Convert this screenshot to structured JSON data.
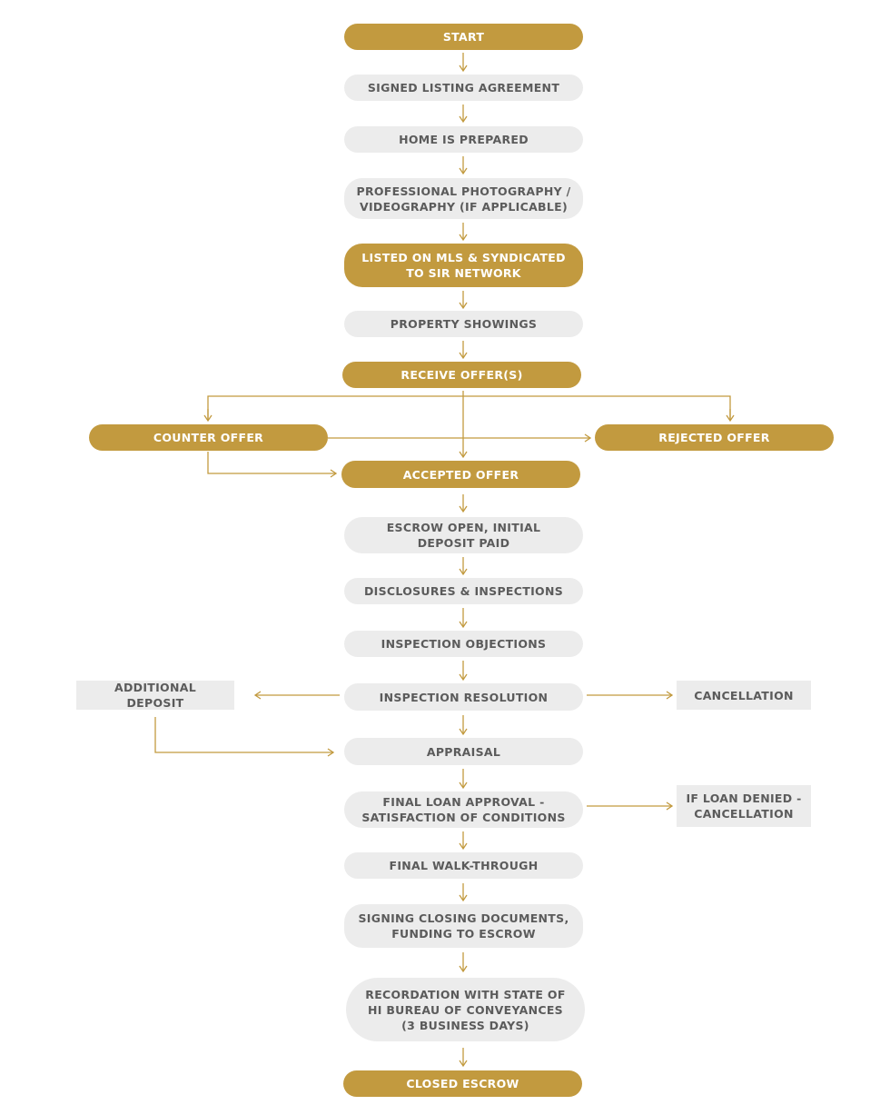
{
  "colors": {
    "gold": "#c29a3f",
    "grey": "#ececec",
    "text_dark": "#5b5b5b",
    "text_light": "#ffffff"
  },
  "nodes": {
    "start": "START",
    "signed_listing": "SIGNED LISTING AGREEMENT",
    "home_prepared": "HOME IS PREPARED",
    "photography": "PROFESSIONAL PHOTOGRAPHY /\nVIDEOGRAPHY (IF APPLICABLE)",
    "listed_mls": "LISTED ON MLS & SYNDICATED\nTO SIR NETWORK",
    "showings": "PROPERTY SHOWINGS",
    "receive_offers": "RECEIVE OFFER(S)",
    "counter_offer": "COUNTER OFFER",
    "rejected_offer": "REJECTED OFFER",
    "accepted_offer": "ACCEPTED OFFER",
    "escrow_open": "ESCROW OPEN, INITIAL\nDEPOSIT PAID",
    "disclosures": "DISCLOSURES & INSPECTIONS",
    "inspection_objections": "INSPECTION OBJECTIONS",
    "inspection_resolution": "INSPECTION RESOLUTION",
    "additional_deposit": "ADDITIONAL DEPOSIT",
    "cancellation": "CANCELLATION",
    "appraisal": "APPRAISAL",
    "final_loan": "FINAL LOAN APPROVAL -\nSATISFACTION OF CONDITIONS",
    "loan_denied": "IF LOAN DENIED -\nCANCELLATION",
    "walk_through": "FINAL WALK-THROUGH",
    "signing_closing": "SIGNING CLOSING DOCUMENTS,\nFUNDING TO ESCROW",
    "recordation": "RECORDATION WITH STATE OF\nHI BUREAU OF CONVEYANCES\n(3 BUSINESS DAYS)",
    "closed_escrow": "CLOSED ESCROW"
  }
}
